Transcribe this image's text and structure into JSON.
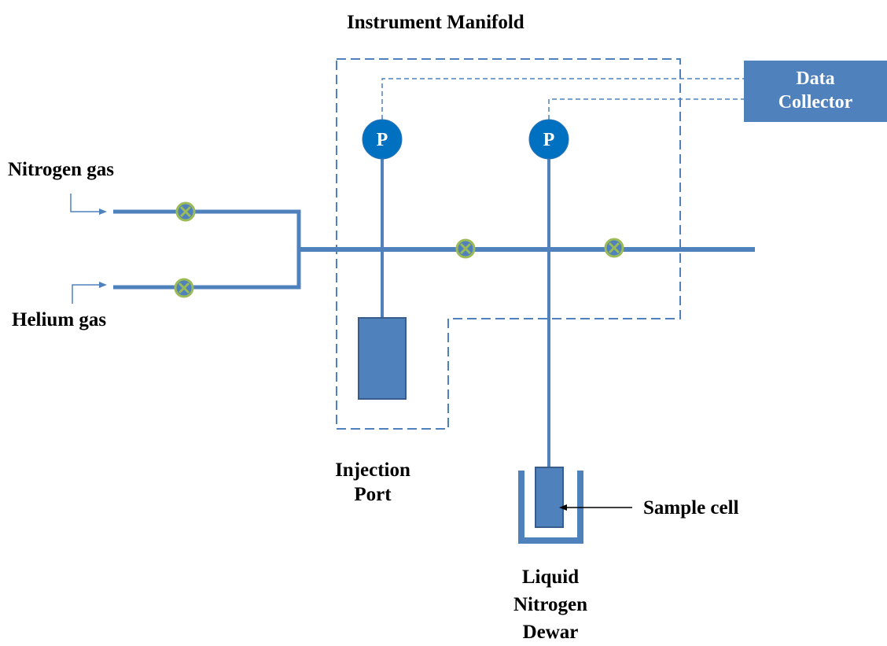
{
  "title": "Instrument Manifold",
  "data_collector": {
    "line1": "Data",
    "line2": "Collector"
  },
  "gauges": [
    {
      "letter": "P"
    },
    {
      "letter": "P"
    }
  ],
  "inputs": {
    "nitrogen": "Nitrogen gas",
    "helium": "Helium gas"
  },
  "injection_port": {
    "line1": "Injection",
    "line2": "Port"
  },
  "sample_cell": "Sample cell",
  "dewar": {
    "line1": "Liquid",
    "line2": "Nitrogen",
    "line3": "Dewar"
  },
  "colors": {
    "pipe": "#4f81bd",
    "gauge": "#0070c0",
    "valve_ring": "#9bbb59",
    "box_fill": "#4f81bd",
    "box_border": "#385d8a",
    "text": "#000000"
  },
  "icons": {
    "valve": "valve-icon",
    "gauge": "pressure-gauge-icon"
  }
}
